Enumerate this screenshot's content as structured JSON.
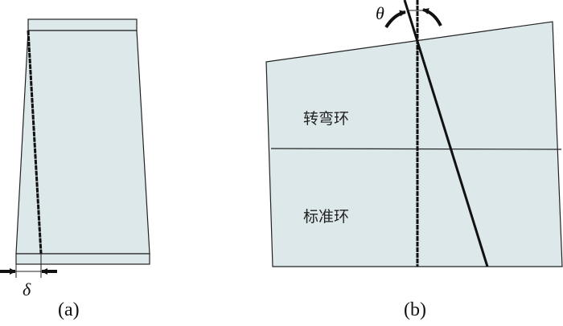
{
  "panel_a": {
    "caption": "(a)",
    "symbol": "δ"
  },
  "panel_b": {
    "caption": "(b)",
    "symbol": "θ",
    "upper_ring_label": "转弯环",
    "lower_ring_label": "标准环"
  },
  "colors": {
    "fill": "#dce8ea",
    "stroke": "#1a1a1a"
  }
}
